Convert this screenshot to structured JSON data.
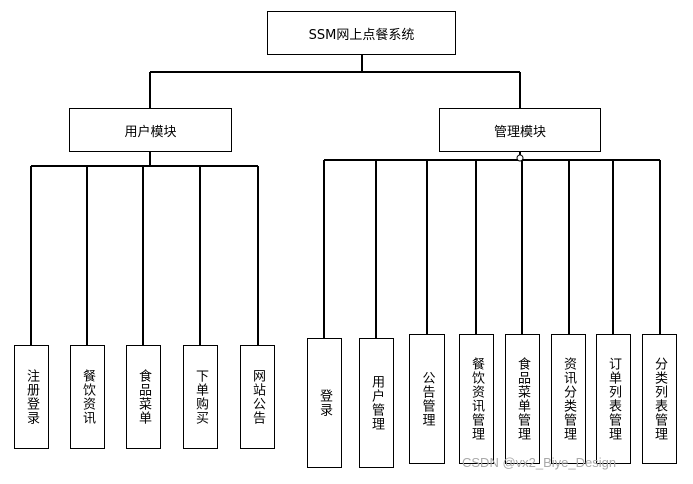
{
  "root": {
    "label": "SSM网上点餐系统"
  },
  "user_module": {
    "label": "用户模块",
    "children": [
      "注册登录",
      "餐饮资讯",
      "食品菜单",
      "下单购买",
      "网站公告"
    ]
  },
  "admin_module": {
    "label": "管理模块",
    "children": [
      "登录",
      "用户管理",
      "公告管理",
      "餐饮资讯管理",
      "食品菜单管理",
      "资讯分类管理",
      "订单列表管理",
      "分类列表管理"
    ]
  },
  "watermark": "CSDN @vx2_Biye_Design"
}
